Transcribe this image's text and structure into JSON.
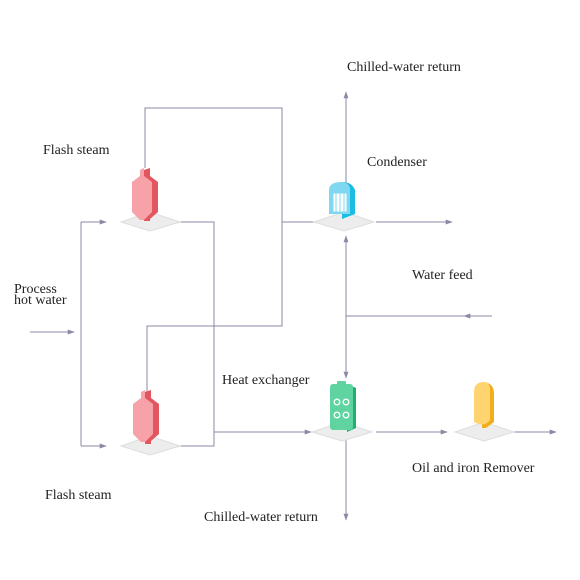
{
  "labels": {
    "chilled_water_return_top": "Chilled-water return",
    "flash_steam_top": "Flash steam",
    "condenser": "Condenser",
    "water_feed": "Water feed",
    "process_hot_water_line1": "Process",
    "process_hot_water_line2": "hot water",
    "heat_exchanger": "Heat exchanger",
    "oil_and_iron_remover": "Oil and iron Remover",
    "flash_steam_bottom": "Flash steam",
    "chilled_water_return_bottom": "Chilled-water return"
  },
  "colors": {
    "line": "#8a8aa6",
    "flash_steam": "#f7a1a8",
    "flash_steam_dark": "#e2575f",
    "condenser": "#7fd8ef",
    "condenser_dark": "#1bbde3",
    "heat_exchanger": "#5fd3a0",
    "heat_exchanger_dark": "#22b06e",
    "oil_remover": "#ffd470",
    "oil_remover_dark": "#f0ad1c",
    "platform": "#eeeeee",
    "platform_edge": "#dcdcdc"
  },
  "icons": {
    "flash_steam_top": "flash-steam-vessel-icon",
    "flash_steam_bottom": "flash-steam-vessel-icon",
    "condenser": "condenser-icon",
    "heat_exchanger": "heat-exchanger-icon",
    "oil_remover": "oil-iron-remover-icon"
  }
}
